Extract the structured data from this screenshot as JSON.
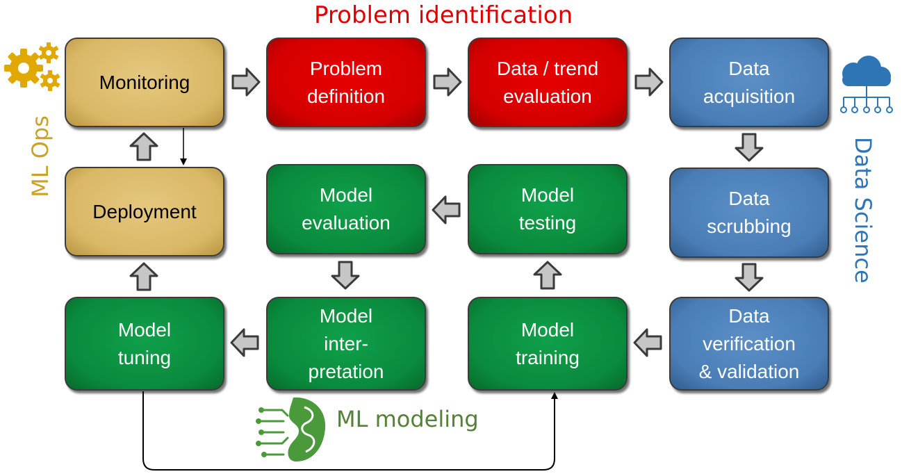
{
  "section_labels": {
    "problem_identification": "Problem identification",
    "ml_ops": "ML Ops",
    "data_science": "Data Science",
    "ml_modeling": "ML modeling"
  },
  "boxes": {
    "monitoring": "Monitoring",
    "problem_definition": "Problem\ndefinition",
    "data_trend_evaluation": "Data / trend\nevaluation",
    "data_acquisition": "Data\nacquisition",
    "deployment": "Deployment",
    "model_evaluation": "Model\nevaluation",
    "model_testing": "Model\ntesting",
    "data_scrubbing": "Data\nscrubbing",
    "model_tuning": "Model\ntuning",
    "model_interpretation": "Model\ninter-\npretation",
    "model_training": "Model\ntraining",
    "data_verification": "Data\nverification\n& validation"
  },
  "icons": {
    "ml_ops": "gears-icon",
    "data_science": "cloud-network-icon",
    "ml_modeling": "brain-circuit-icon"
  },
  "colors": {
    "ml_ops": "#d9b765",
    "problem": "#d40000",
    "data_science": "#4a7db6",
    "ml_modeling": "#0a8a3c",
    "problem_label": "#e00000",
    "ml_ops_label": "#c9a227",
    "data_science_label": "#2e75b6",
    "ml_modeling_label": "#538135"
  }
}
